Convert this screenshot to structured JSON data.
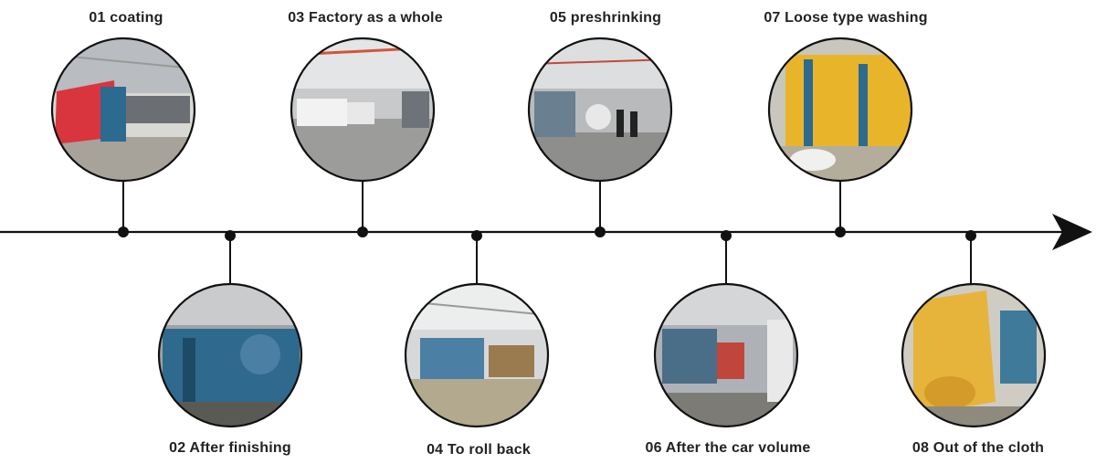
{
  "timeline": {
    "steps": [
      {
        "label": "01 coating",
        "photo": "coating-machine-red-fabric",
        "tint": "#d9353f"
      },
      {
        "label": "02 After finishing",
        "photo": "finishing-machinery-blue",
        "tint": "#2f6a8e"
      },
      {
        "label": "03 Factory as a whole",
        "photo": "factory-hall-white-rolls",
        "tint": "#dcdcdc"
      },
      {
        "label": "04 To roll back",
        "photo": "roll-back-machines",
        "tint": "#4b7fa3"
      },
      {
        "label": "05 preshrinking",
        "photo": "preshrinking-workshop",
        "tint": "#8a8f96"
      },
      {
        "label": "06 After the car volume",
        "photo": "car-volume-rolls",
        "tint": "#6b8ba8"
      },
      {
        "label": "07 Loose type washing",
        "photo": "washing-yellow-fabric",
        "tint": "#e8b52a"
      },
      {
        "label": "08 Out of the cloth",
        "photo": "cloth-yellow-roll",
        "tint": "#e6b43a"
      }
    ]
  },
  "colors": {
    "line": "#111111",
    "text": "#222222",
    "circle_border": "#111111"
  }
}
